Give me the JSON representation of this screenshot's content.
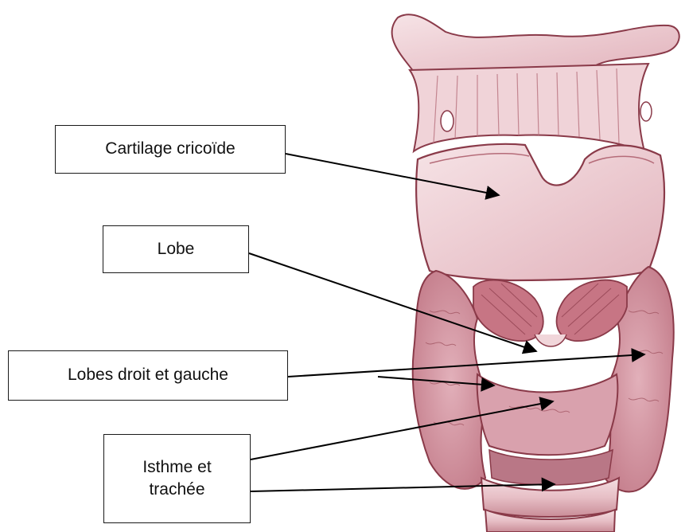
{
  "figure": {
    "labels": {
      "cartilage": "Cartilage cricoïde",
      "lobe": "Lobe",
      "lobes": "Lobes droit et gauche",
      "isthme_line1": "Isthme et",
      "isthme_line2": "trachée"
    }
  },
  "colors": {
    "tissue": "#e6b9c0",
    "tissue_light": "#f3d9dd",
    "tissue_dark": "#9c4e5b",
    "outline": "#8a3a49",
    "gland": "#d69aa6",
    "muscle": "#b86473",
    "arrow": "#000000"
  }
}
